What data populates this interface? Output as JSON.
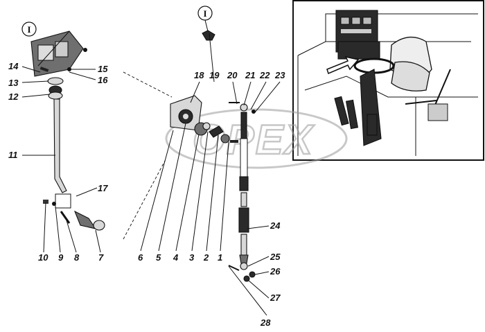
{
  "callouts": [
    {
      "id": "c1",
      "text": "1"
    },
    {
      "id": "c2",
      "text": "2"
    },
    {
      "id": "c3",
      "text": "3"
    },
    {
      "id": "c4",
      "text": "4"
    },
    {
      "id": "c5",
      "text": "5"
    },
    {
      "id": "c6",
      "text": "6"
    },
    {
      "id": "c7",
      "text": "7"
    },
    {
      "id": "c8",
      "text": "8"
    },
    {
      "id": "c9",
      "text": "9"
    },
    {
      "id": "c10",
      "text": "10"
    },
    {
      "id": "c11",
      "text": "11"
    },
    {
      "id": "c12",
      "text": "12"
    },
    {
      "id": "c13",
      "text": "13"
    },
    {
      "id": "c14",
      "text": "14"
    },
    {
      "id": "c15",
      "text": "15"
    },
    {
      "id": "c16",
      "text": "16"
    },
    {
      "id": "c17",
      "text": "17"
    },
    {
      "id": "c18",
      "text": "18"
    },
    {
      "id": "c19",
      "text": "19"
    },
    {
      "id": "c20",
      "text": "20"
    },
    {
      "id": "c21",
      "text": "21"
    },
    {
      "id": "c22",
      "text": "22"
    },
    {
      "id": "c23",
      "text": "23"
    },
    {
      "id": "c24",
      "text": "24"
    },
    {
      "id": "c25",
      "text": "25"
    },
    {
      "id": "c26",
      "text": "26"
    },
    {
      "id": "c27",
      "text": "27"
    },
    {
      "id": "c28",
      "text": "28"
    }
  ],
  "detail_marks": [
    {
      "id": "d1",
      "text": "I"
    },
    {
      "id": "d2",
      "text": "I"
    }
  ],
  "watermark": "OPEX"
}
